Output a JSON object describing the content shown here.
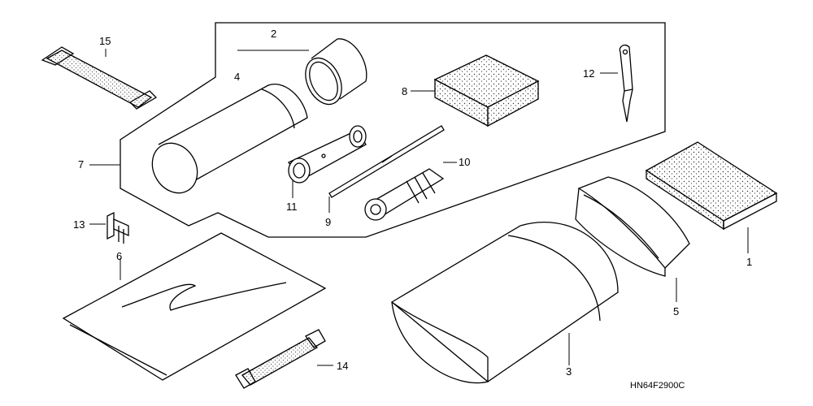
{
  "diagram": {
    "labels": {
      "p1": "1",
      "p2": "2",
      "p3": "3",
      "p4": "4",
      "p5": "5",
      "p6": "6",
      "p7": "7",
      "p8": "8",
      "p9": "9",
      "p10": "10",
      "p11": "11",
      "p12": "12",
      "p13": "13",
      "p14": "14",
      "p15": "15"
    },
    "code": "HN64F2900C"
  }
}
